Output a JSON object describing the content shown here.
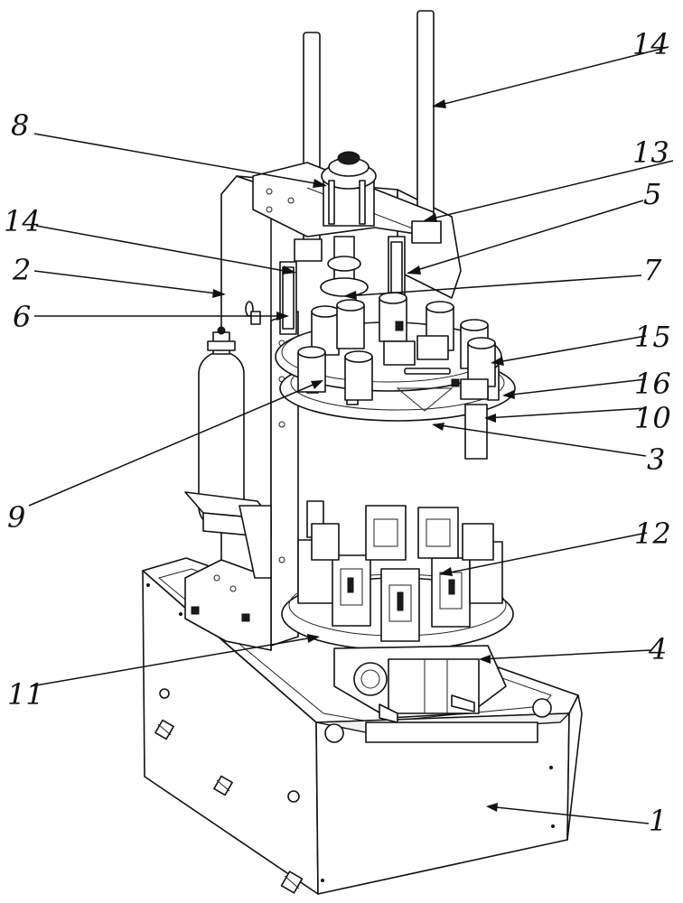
{
  "callouts": [
    {
      "id": "c1",
      "text": "1"
    },
    {
      "id": "c2",
      "text": "2"
    },
    {
      "id": "c3",
      "text": "3"
    },
    {
      "id": "c4",
      "text": "4"
    },
    {
      "id": "c5",
      "text": "5"
    },
    {
      "id": "c6",
      "text": "6"
    },
    {
      "id": "c7",
      "text": "7"
    },
    {
      "id": "c8",
      "text": "8"
    },
    {
      "id": "c9",
      "text": "9"
    },
    {
      "id": "c10",
      "text": "10"
    },
    {
      "id": "c11",
      "text": "11"
    },
    {
      "id": "c12",
      "text": "12"
    },
    {
      "id": "c13",
      "text": "13"
    },
    {
      "id": "c14a",
      "text": "14"
    },
    {
      "id": "c14b",
      "text": "14"
    },
    {
      "id": "c15",
      "text": "15"
    },
    {
      "id": "c16",
      "text": "16"
    }
  ]
}
